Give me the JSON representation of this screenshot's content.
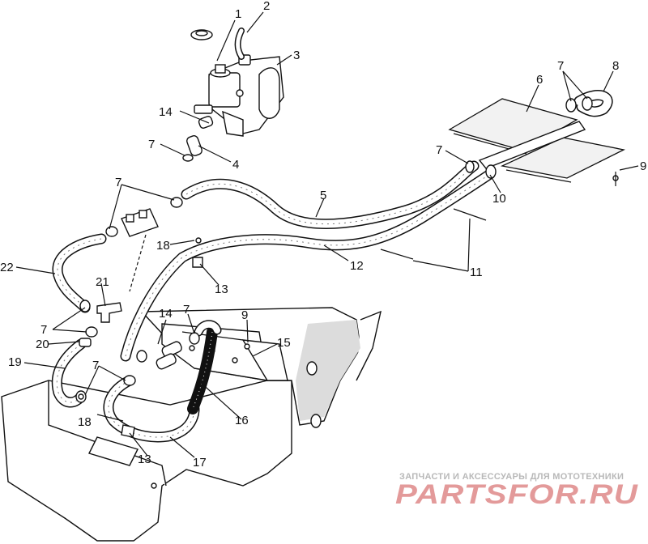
{
  "callouts": [
    {
      "id": "1",
      "text": "1"
    },
    {
      "id": "2",
      "text": "2"
    },
    {
      "id": "3",
      "text": "3"
    },
    {
      "id": "4",
      "text": "4"
    },
    {
      "id": "5",
      "text": "5"
    },
    {
      "id": "6",
      "text": "6"
    },
    {
      "id": "7a",
      "text": "7"
    },
    {
      "id": "8",
      "text": "8"
    },
    {
      "id": "9a",
      "text": "9"
    },
    {
      "id": "7b",
      "text": "7"
    },
    {
      "id": "10",
      "text": "10"
    },
    {
      "id": "14a",
      "text": "14"
    },
    {
      "id": "7c",
      "text": "7"
    },
    {
      "id": "7d",
      "text": "7"
    },
    {
      "id": "18a",
      "text": "18"
    },
    {
      "id": "12",
      "text": "12"
    },
    {
      "id": "11",
      "text": "11"
    },
    {
      "id": "22",
      "text": "22"
    },
    {
      "id": "21",
      "text": "21"
    },
    {
      "id": "13a",
      "text": "13"
    },
    {
      "id": "14b",
      "text": "14"
    },
    {
      "id": "7e",
      "text": "7"
    },
    {
      "id": "9b",
      "text": "9"
    },
    {
      "id": "15",
      "text": "15"
    },
    {
      "id": "7f",
      "text": "7"
    },
    {
      "id": "20",
      "text": "20"
    },
    {
      "id": "19",
      "text": "19"
    },
    {
      "id": "7g",
      "text": "7"
    },
    {
      "id": "18b",
      "text": "18"
    },
    {
      "id": "16",
      "text": "16"
    },
    {
      "id": "13b",
      "text": "13"
    },
    {
      "id": "17",
      "text": "17"
    }
  ],
  "watermark": {
    "tagline": "ЗАПЧАСТИ И АКСЕССУАРЫ ДЛЯ МОТОТЕХНИКИ",
    "brand": "PARTSFOR.RU"
  }
}
